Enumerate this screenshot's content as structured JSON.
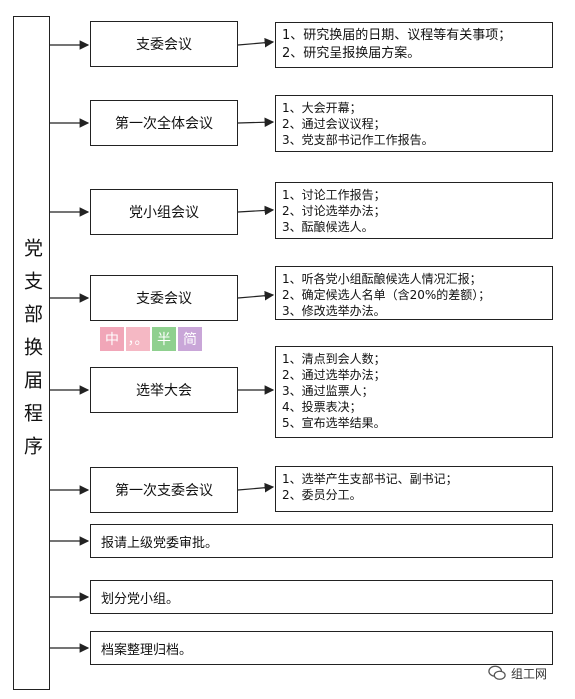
{
  "side_title": "党支部换届程序",
  "steps": [
    {
      "label": "支委会议",
      "details": [
        "1、研究换届的日期、议程等有关事项；",
        "2、研究呈报换届方案。"
      ]
    },
    {
      "label": "第一次全体会议",
      "details": [
        "1、大会开幕；",
        "2、通过会议议程；",
        "3、党支部书记作工作报告。"
      ]
    },
    {
      "label": "党小组会议",
      "details": [
        "1、讨论工作报告；",
        "2、讨论选举办法；",
        "3、酝酿候选人。"
      ]
    },
    {
      "label": "支委会议",
      "details": [
        "1、听各党小组酝酿候选人情况汇报；",
        "2、确定候选人名单（含20%的差额）；",
        "3、修改选举办法。"
      ]
    },
    {
      "label": "选举大会",
      "details": [
        "1、清点到会人数；",
        "2、通过选举办法；",
        "3、通过监票人；",
        "4、投票表决；",
        "5、宣布选举结果。"
      ]
    },
    {
      "label": "第一次支委会议",
      "details": [
        "1、选举产生支部书记、副书记；",
        "2、委员分工。"
      ]
    }
  ],
  "final_steps": [
    "报请上级党委审批。",
    "划分党小组。",
    "档案整理归档。"
  ],
  "watermark": {
    "chars": [
      "中",
      "，。",
      "半",
      "简"
    ],
    "colors": [
      "#f1a6b8",
      "#f5b8c4",
      "#8fd08f",
      "#c9a6d8"
    ]
  },
  "logo_text": "组工网",
  "colors": {
    "line": "#222222"
  }
}
